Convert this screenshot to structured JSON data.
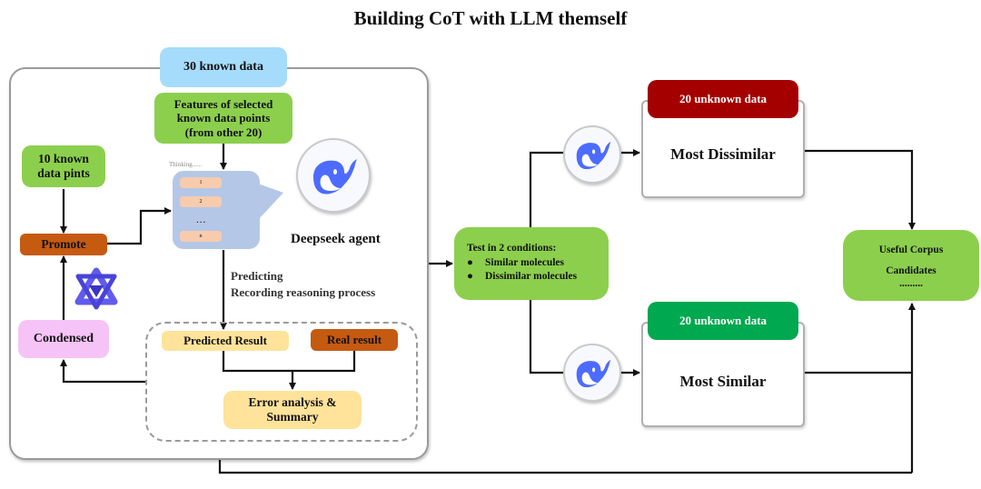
{
  "title": "Building CoT with LLM themself",
  "left_panel": {
    "header": "30 known data",
    "features_box": [
      "Features of selected",
      "known data points",
      "(from other 20)"
    ],
    "known_box": [
      "10 known",
      "data pints"
    ],
    "promote": "Promote",
    "condensed": "Condensed",
    "thinking_label": "Thinking......",
    "thinking_steps": [
      "1",
      "2",
      "...",
      "n"
    ],
    "agent_label": "Deepseek agent",
    "agent_notes": [
      "Predicting",
      "Recording reasoning process"
    ],
    "predicted_result": "Predicted Result",
    "real_result": "Real result",
    "error_analysis": [
      "Error analysis &",
      "Summary"
    ]
  },
  "test_box": {
    "heading": "Test in 2 conditions:",
    "bullets": [
      "Similar molecules",
      "Dissimilar molecules"
    ]
  },
  "conditions": [
    {
      "header": "20 unknown  data",
      "label": "Most Dissimilar",
      "header_color": "#a50000"
    },
    {
      "header": "20 unknown  data",
      "label": "Most Similar",
      "header_color": "#00a84f"
    }
  ],
  "output_box": {
    "line1": "Useful Corpus",
    "line2": "Candidates",
    "line3": "........."
  },
  "icons": {
    "deepseek": "deepseek-whale-icon",
    "qwen": "qwen-star-icon"
  },
  "colors": {
    "green": "#8ccf4d",
    "light_blue": "#a6dcfb",
    "orange": "#c55a11",
    "pink": "#f6c3f7",
    "yellow": "#ffe39a",
    "bubble": "#b4c7e7",
    "deepseek_blue": "#4d6bfe",
    "qwen_purple": "#615ced"
  }
}
